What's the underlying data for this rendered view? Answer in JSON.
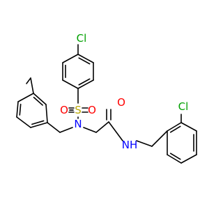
{
  "molecule": {
    "colors": {
      "bond": "#000000",
      "carbon": "#000000",
      "chlorine": "#00a000",
      "sulfur": "#b8a600",
      "oxygen": "#ff0000",
      "nitrogen": "#0000ff"
    },
    "labels": {
      "cl_top": "Cl",
      "s": "S",
      "o_left": "O",
      "o_right": "O",
      "n_sulfonamide": "N",
      "o_carbonyl": "O",
      "nh": "NH",
      "cl_right": "Cl"
    }
  }
}
